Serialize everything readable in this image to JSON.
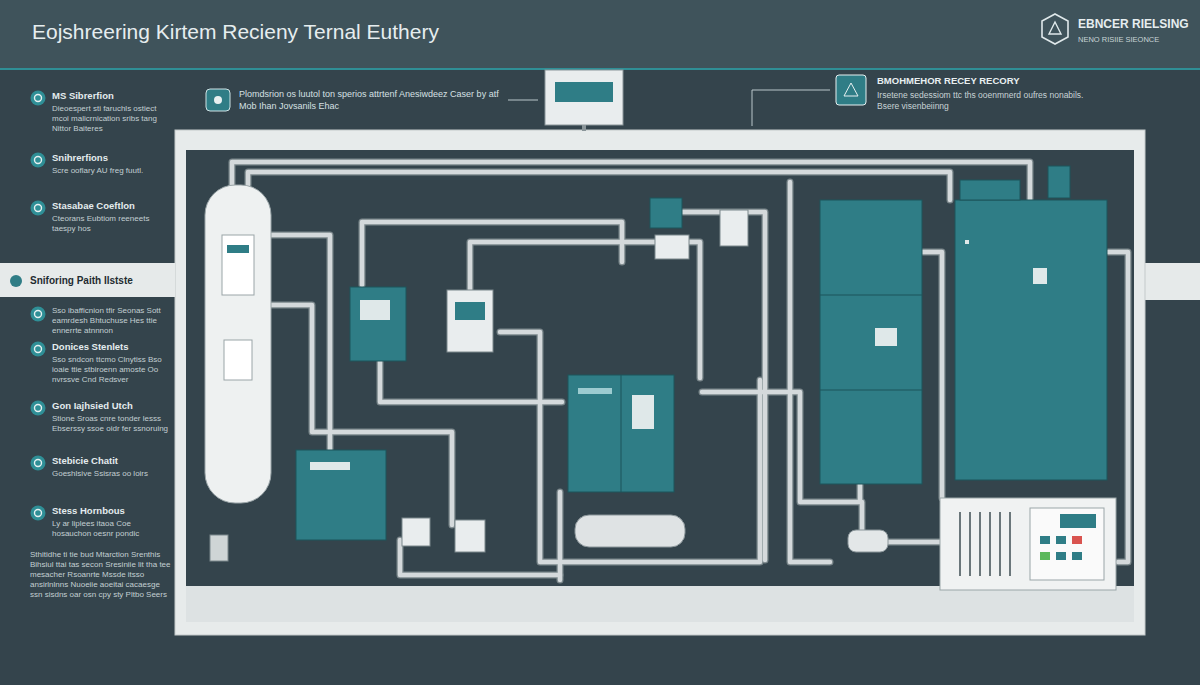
{
  "diagram": {
    "title": "Eojshreering Kirtem Recieny Ternal Euthery",
    "nodes": [
      {
        "text": [
          "MS Sibrerfion",
          "Dieoespert sti faruchls ostiect mcoi malicrnication sribs tang Nittor Baiteres"
        ]
      },
      {
        "text": [
          "Snihrerfions",
          "Scre ooflary AU freg fuutl."
        ]
      },
      {
        "text": [
          "Stasabae Coeftlon",
          "Cteorans Eubtiom reeneets taespy hos"
        ]
      },
      {
        "text": [
          "Sniforing Paith Ilstste"
        ]
      },
      {
        "text": [
          "Sso ibafficnion tfir Seonas Sott eamrdesh Bhtuchuse Hes ttie ennerrte atnnnon"
        ]
      },
      {
        "text": [
          "Donices Stenlets",
          "Sso sndcon ttcmo Clnytiss Bso ioaie ttie stbiroenn amoste Oo nvrssve Cnd Redsver"
        ]
      },
      {
        "text": [
          "Gon Iajhsied Utch",
          "Stione Sroas cnre tonder lesss Ebserssy ssoe oidr fer ssnoruing"
        ]
      },
      {
        "text": [
          "Stebicie Chatit",
          "Goeshlsive Ssisras oo loirs"
        ]
      },
      {
        "text": [
          "Stess Hornbous",
          "Ly ar liplees itaoa Coe hosauchon oesnr pondic"
        ]
      },
      {
        "text": [
          "Plomdsrion os luutol ton sperios attrtenf Anesiwdeez Caser by atf Mob Ihan Jovsanils Ehac"
        ]
      },
      {
        "text": [
          "BMOHMEHOR RECEY RECORY",
          "Irsetene sedessiom ttc ths ooenmnerd oufres nonabils. Bsere visenbeiinng"
        ]
      }
    ],
    "labels": [
      "EBNCER RIELSING",
      "NENO RISIIE SIEONCE",
      "Sthitidhe ti tie bud Mtarction Srenthis Bihsiul ttai tas secon Sresiniie lit tha tee mesacher Rsoanrte Mssde itsso ansirlnlnns Nuoeiie aoeitai cacaesge ssn sisdns oar osn cpy sty Pltbo Seers"
    ]
  }
}
